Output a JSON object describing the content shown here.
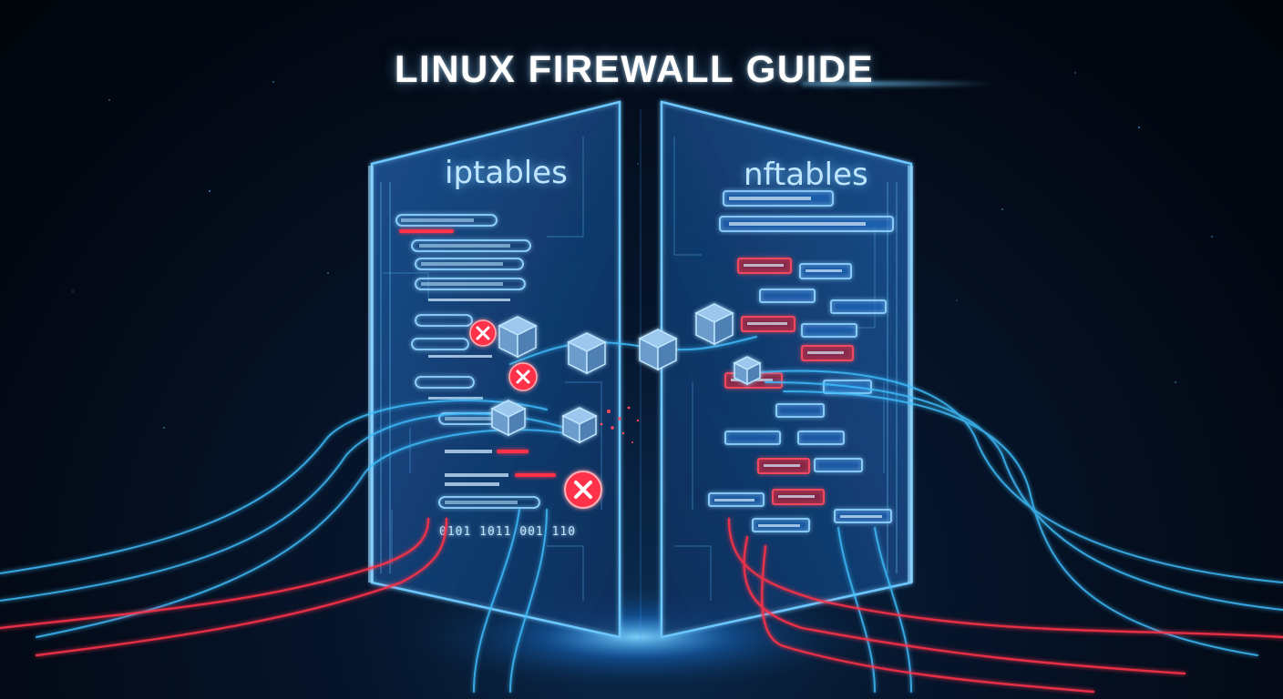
{
  "title": "LINUX FIREWALL GUIDE",
  "panels": {
    "left_label": "iptables",
    "right_label": "nftables"
  },
  "left_code_snippet": "0101 1011 001 110",
  "colors": {
    "background": "#030a16",
    "accent_blue": "#38b8ff",
    "accent_red": "#ff3048",
    "text_white": "#ffffff"
  },
  "icons": [
    "block-x-icon",
    "data-cube-icon"
  ]
}
